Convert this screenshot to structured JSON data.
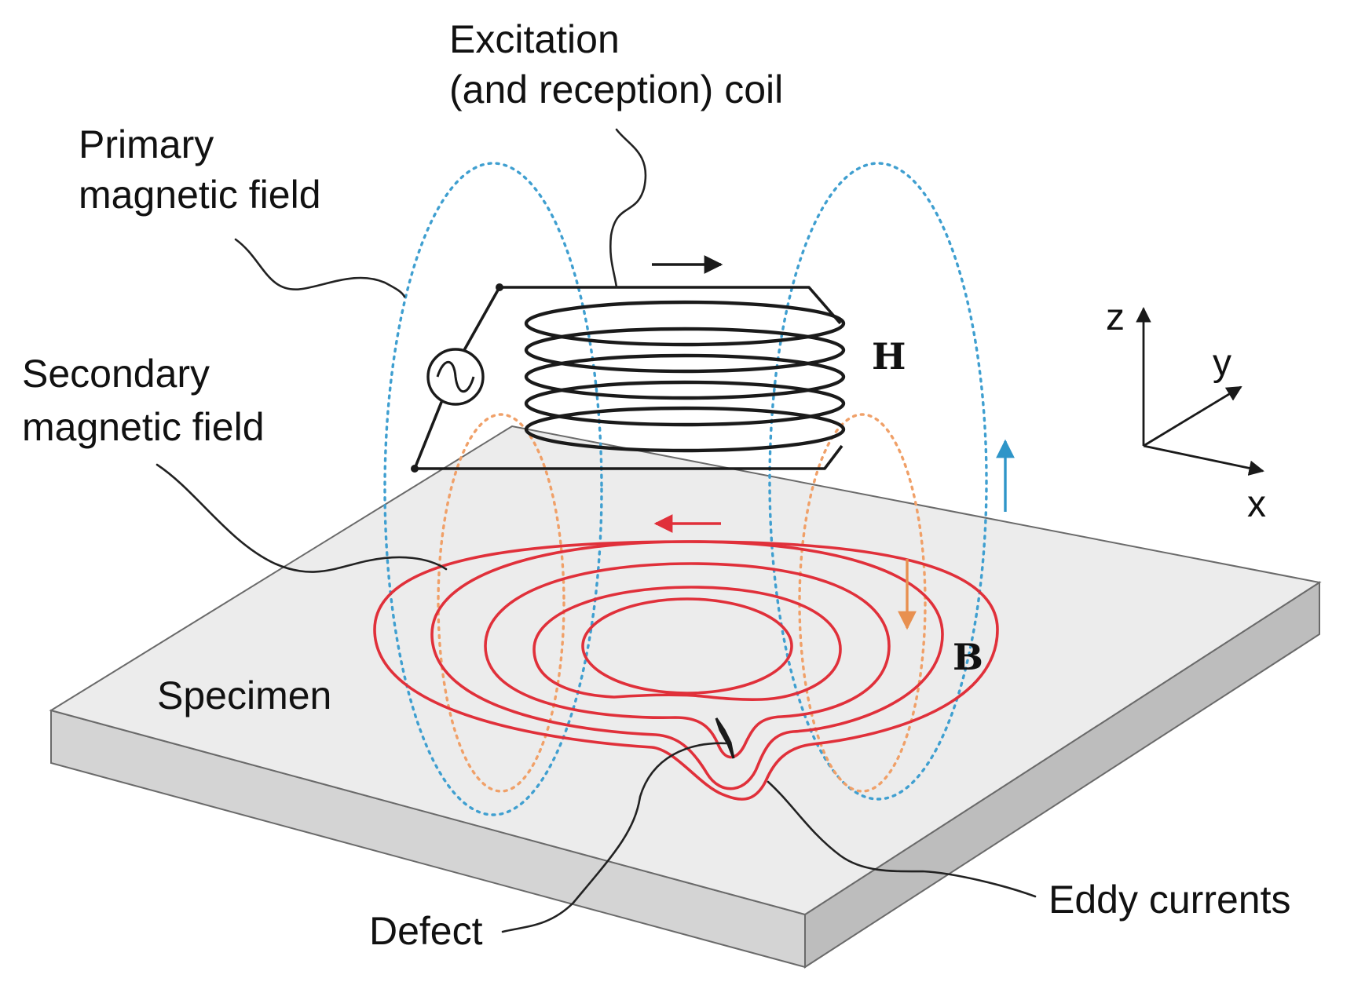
{
  "labels": {
    "excitation_line1": "Excitation",
    "excitation_line2": "(and reception) coil",
    "primary_line1": "Primary",
    "primary_line2": "magnetic field",
    "secondary_line1": "Secondary",
    "secondary_line2": "magnetic field",
    "specimen": "Specimen",
    "defect": "Defect",
    "eddy": "Eddy currents"
  },
  "symbols": {
    "h": "H",
    "b": "B"
  },
  "axes": {
    "z": "z",
    "y": "y",
    "x": "x"
  },
  "colors": {
    "primary_field": "#3f9fd0",
    "secondary_field": "#f0a068",
    "eddy_currents": "#e0303a",
    "specimen_top": "#ececec",
    "specimen_front": "#d4d4d4",
    "specimen_side": "#bdbdbd"
  }
}
